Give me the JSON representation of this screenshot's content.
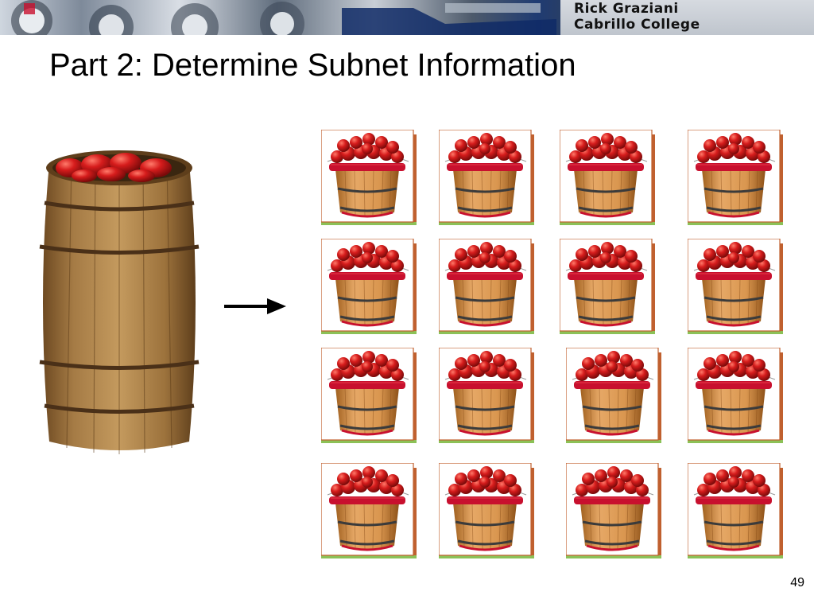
{
  "slide": {
    "title": "Part 2: Determine Subnet Information",
    "page_number": "49"
  },
  "banner": {
    "author_line1": "Rick Graziani",
    "author_line2": "Cabrillo College"
  },
  "illustration": {
    "source_icon": "apple-barrel-icon",
    "connector_icon": "arrow-right-icon",
    "target_icon": "apple-bushel-basket-icon",
    "grid_rows": 4,
    "grid_cols": 4
  },
  "colors": {
    "apple_red": "#c8102e",
    "basket_wood": "#d08a4e",
    "frame_shadow": "#c0602f",
    "frame_green": "#8cc157"
  }
}
